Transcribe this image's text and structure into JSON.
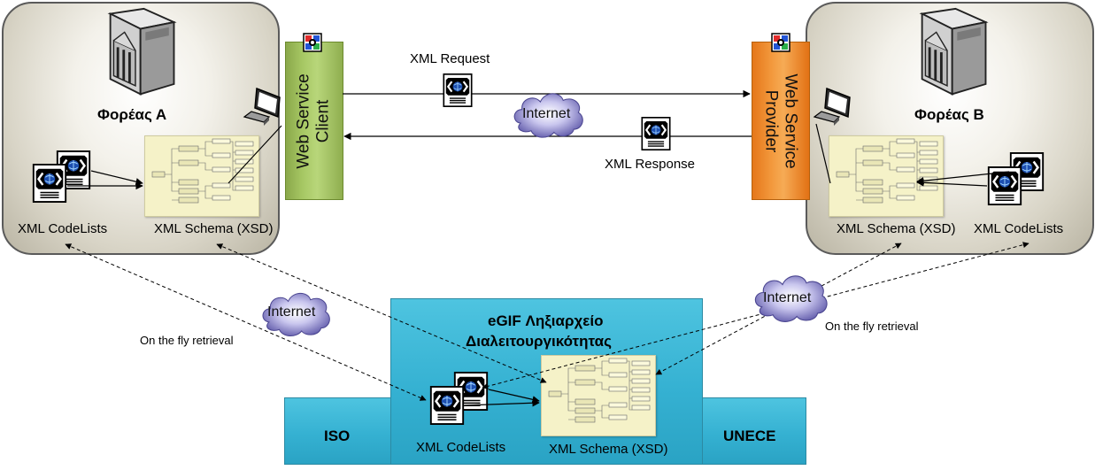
{
  "org_a": {
    "name": "Φορέας Α",
    "codelists": "XML  CodeLists",
    "schema": "XML Schema (XSD)"
  },
  "org_b": {
    "name": "Φορέας Β",
    "codelists": "XML  CodeLists",
    "schema": "XML Schema (XSD)"
  },
  "client_bar": {
    "line1": "Web Service",
    "line2": "Client"
  },
  "provider_bar": {
    "line1": "Web Service",
    "line2": "Provider"
  },
  "messages": {
    "request": "XML  Request",
    "response": "XML  Response"
  },
  "clouds": {
    "top": "Internet",
    "left": "Internet",
    "right": "Internet"
  },
  "retrieval": {
    "left": "On the fly retrieval",
    "right": "On the fly retrieval"
  },
  "registry": {
    "title_line1": "eGIF Ληξιαρχείο",
    "title_line2": "Διαλειτουργικότητας",
    "codelists": "XML  CodeLists",
    "schema": "XML Schema (XSD)"
  },
  "iso": "ISO",
  "unece": "UNECE",
  "colors": {
    "client": "#a7c864",
    "provider": "#f39a3e",
    "registry": "#35b1d2",
    "cloud": "#8a86c8"
  }
}
